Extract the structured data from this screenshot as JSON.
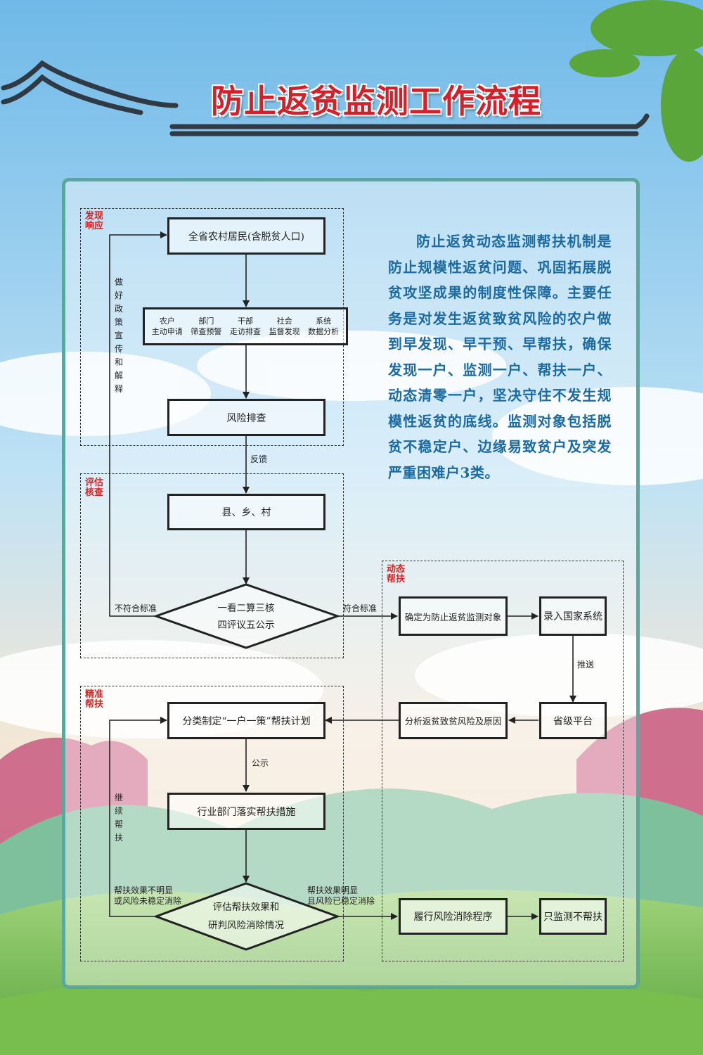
{
  "title": "防止返贫监测工作流程",
  "intro": "防止返贫动态监测帮扶机制是防止规模性返贫问题、巩固拓展脱贫攻坚成果的制度性保障。主要任务是对发生返贫致贫风险的农户做到早发现、早干预、早帮扶，确保发现一户、监测一户、帮扶一户、动态清零一户，坚决守住不发生规模性返贫的底线。监测对象包括脱贫不稳定户、边缘易致贫户及突发严重困难户3类。",
  "zones": {
    "discover": "发现响应",
    "assess": "评估核查",
    "dynamic": "动态帮扶",
    "precise": "精准帮扶"
  },
  "nodes": {
    "residents": "全省农村居民(含脱贫人口)",
    "risk_check": "风险排查",
    "county": "县、乡、村",
    "diamond1_line1": "一看二算三核",
    "diamond1_line2": "四评议五公示",
    "confirm": "确定为防止返贫监测对象",
    "enter_system": "录入国家系统",
    "provincial": "省级平台",
    "analyze": "分析返贫致贫风险及原因",
    "plan": "分类制定“一户一策”帮扶计划",
    "implement": "行业部门落实帮扶措施",
    "diamond2_line1": "评估帮扶效果和",
    "diamond2_line2": "研判风险消除情况",
    "eliminate": "履行风险消除程序",
    "monitor_only": "只监测不帮扶"
  },
  "channels": [
    {
      "top": "农户",
      "bottom": "主动申请"
    },
    {
      "top": "部门",
      "bottom": "筛查预警"
    },
    {
      "top": "干部",
      "bottom": "走访排查"
    },
    {
      "top": "社会",
      "bottom": "监督发现"
    },
    {
      "top": "系统",
      "bottom": "数据分析"
    }
  ],
  "edge_labels": {
    "feedback": "反馈",
    "policy": "做好政策宣传和解释",
    "not_meet": "不符合标准",
    "meet": "符合标准",
    "push": "推送",
    "publicize": "公示",
    "continue": "继续帮扶",
    "not_obvious_1": "帮扶效果不明显",
    "not_obvious_2": "或风险未稳定消除",
    "obvious_1": "帮扶效果明显",
    "obvious_2": "且风险已稳定消除"
  },
  "colors": {
    "title": "#d5202a",
    "intro": "#1b6aa3",
    "zone_label": "#d62424",
    "panel_border": "#5aa79d"
  }
}
